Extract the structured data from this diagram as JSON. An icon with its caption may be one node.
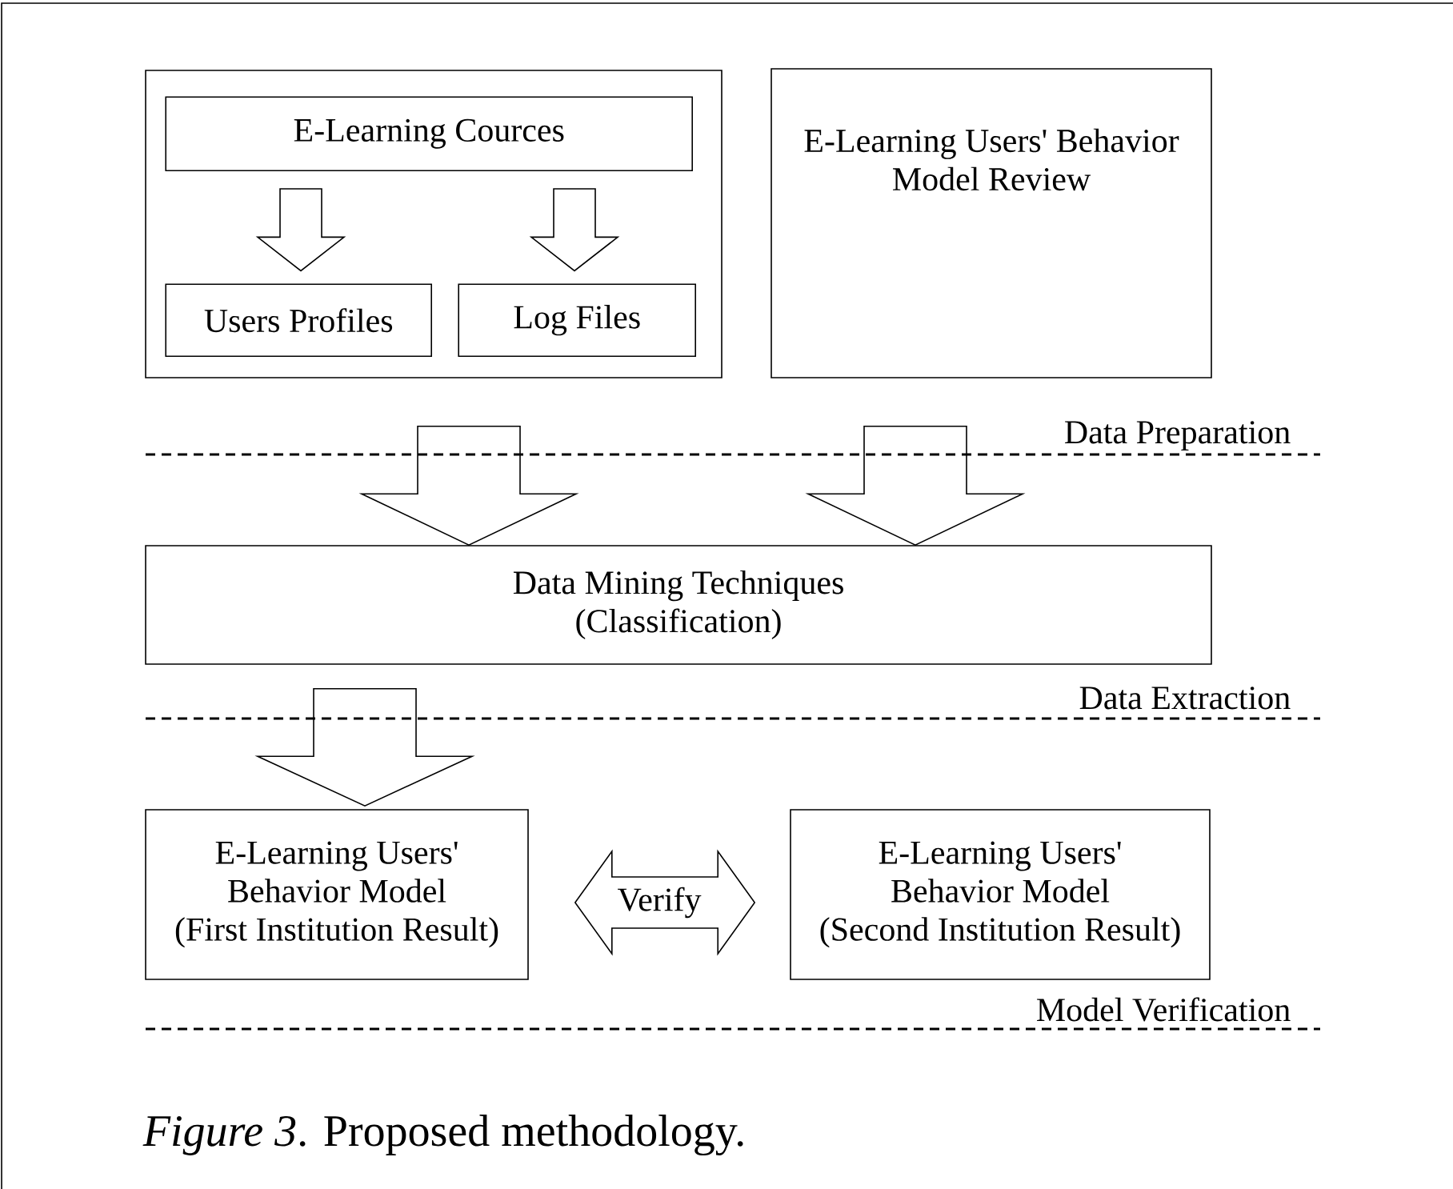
{
  "diagram": {
    "caption": "*Figure 3*. Proposed methodology.",
    "nodes": [
      {
        "text": [],
        "shape": "box"
      },
      {
        "text": [
          "E-Learning Cources"
        ],
        "in": 0
      },
      {
        "text": [
          "Users Profiles"
        ],
        "in": 0
      },
      {
        "text": [
          "Log Files"
        ],
        "in": 0
      },
      {
        "text": [
          "E-Learning Users' Behavior Model Review"
        ]
      },
      {
        "text": [
          "Data Mining Techniques",
          "(Classification)"
        ]
      },
      {
        "text": [
          "E-Learning Users' Behavior Model",
          "(First Institution Result)"
        ]
      },
      {
        "text": [
          "E-Learning Users' Behavior Model",
          "(Second Institution Result)"
        ]
      }
    ],
    "edges": [
      {
        "from": 1,
        "to": 2,
        "arrow": "to"
      },
      {
        "from": 1,
        "to": 3,
        "arrow": "to"
      },
      {
        "from": 0,
        "to": 5,
        "arrow": "to"
      },
      {
        "from": 4,
        "to": 5,
        "arrow": "to"
      },
      {
        "from": 5,
        "to": 6,
        "arrow": "to"
      },
      {
        "from": 6,
        "to": 7,
        "arrow": "both",
        "label": "Verify"
      }
    ],
    "labels": [
      "Data Preparation",
      "Data Extraction",
      "Model Verification"
    ]
  }
}
